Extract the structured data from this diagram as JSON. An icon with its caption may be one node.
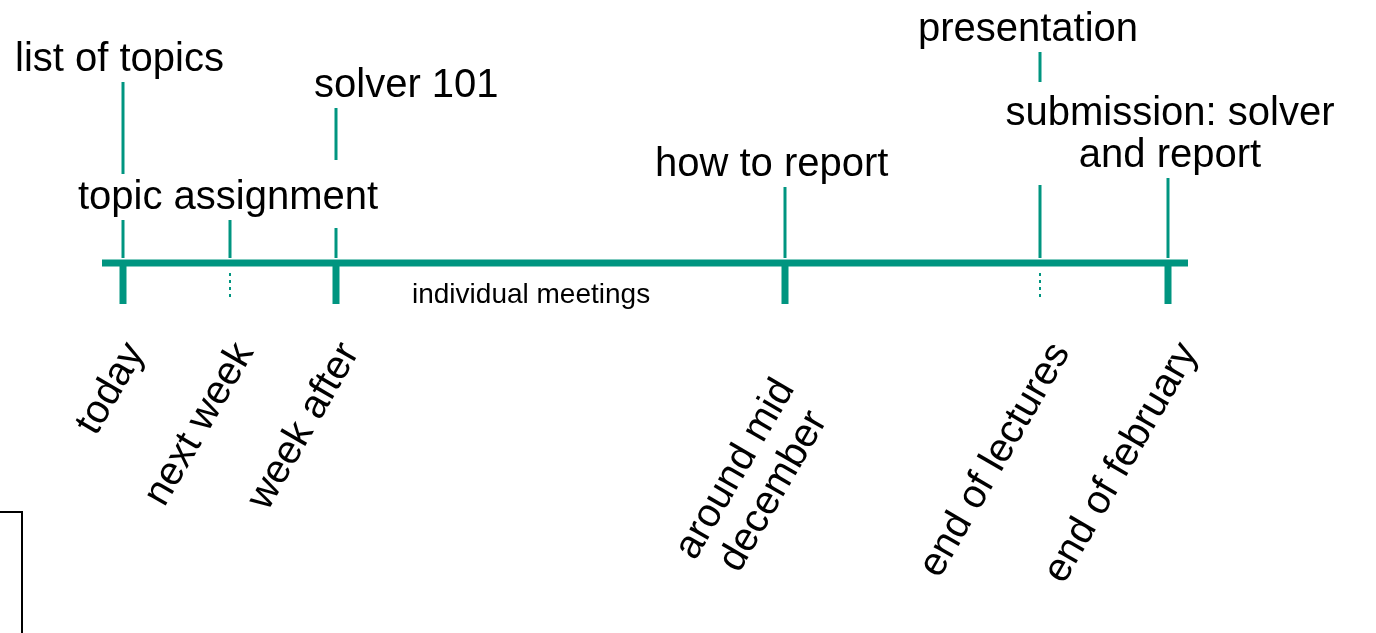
{
  "diagram": {
    "nodes": [
      {
        "text": [
          "list of topics"
        ]
      },
      {
        "text": [
          "topic assignment"
        ]
      },
      {
        "text": [
          "solver 101"
        ]
      },
      {
        "text": [
          "how to report"
        ]
      },
      {
        "text": [
          "presentation"
        ]
      },
      {
        "text": [
          "submission: solver and report"
        ]
      }
    ],
    "edges": [
      {
        "from": 0,
        "to": 1,
        "arrow": "none"
      },
      {
        "from": 1,
        "to": null,
        "arrow": "none"
      },
      {
        "from": 1,
        "to": null,
        "arrow": "none"
      },
      {
        "from": 2,
        "to": null,
        "arrow": "none"
      },
      {
        "from": 3,
        "to": null,
        "arrow": "none"
      },
      {
        "from": 4,
        "to": null,
        "arrow": "none"
      },
      {
        "from": 5,
        "to": null,
        "arrow": "none"
      }
    ],
    "labels": [
      "individual meetings",
      "today",
      "next week",
      "week after",
      "around mid december",
      "end of lectures",
      "end of february"
    ]
  }
}
